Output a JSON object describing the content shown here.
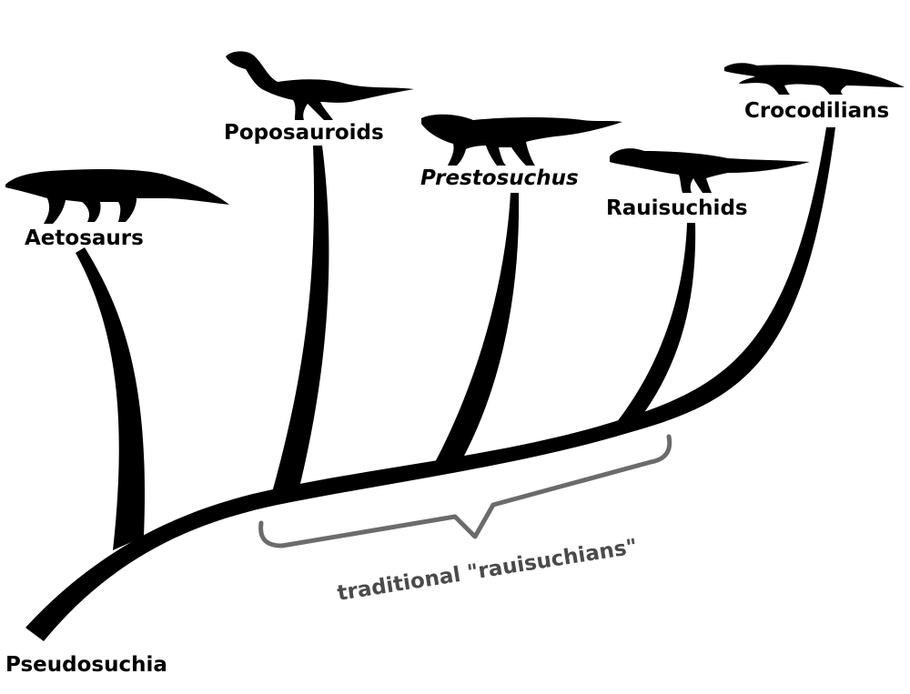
{
  "diagram": {
    "root_label": "Pseudosuchia",
    "taxa": [
      {
        "id": "aetosaurs",
        "label": "Aetosaurs",
        "italic": false,
        "silhouette": "aetosaur-silhouette"
      },
      {
        "id": "poposauroids",
        "label": "Poposauroids",
        "italic": false,
        "silhouette": "poposauroid-silhouette"
      },
      {
        "id": "prestosuchus",
        "label": "Prestosuchus",
        "italic": true,
        "silhouette": "prestosuchus-silhouette"
      },
      {
        "id": "rauisuchids",
        "label": "Rauisuchids",
        "italic": false,
        "silhouette": "rauisuchid-silhouette"
      },
      {
        "id": "crocodilians",
        "label": "Crocodilians",
        "italic": false,
        "silhouette": "crocodilian-silhouette"
      }
    ],
    "bracket": {
      "label": "traditional \"rauisuchians\"",
      "color": "#6b6b6b"
    },
    "colors": {
      "branch": "#000000",
      "bracket_text": "#4a4a4a"
    }
  }
}
